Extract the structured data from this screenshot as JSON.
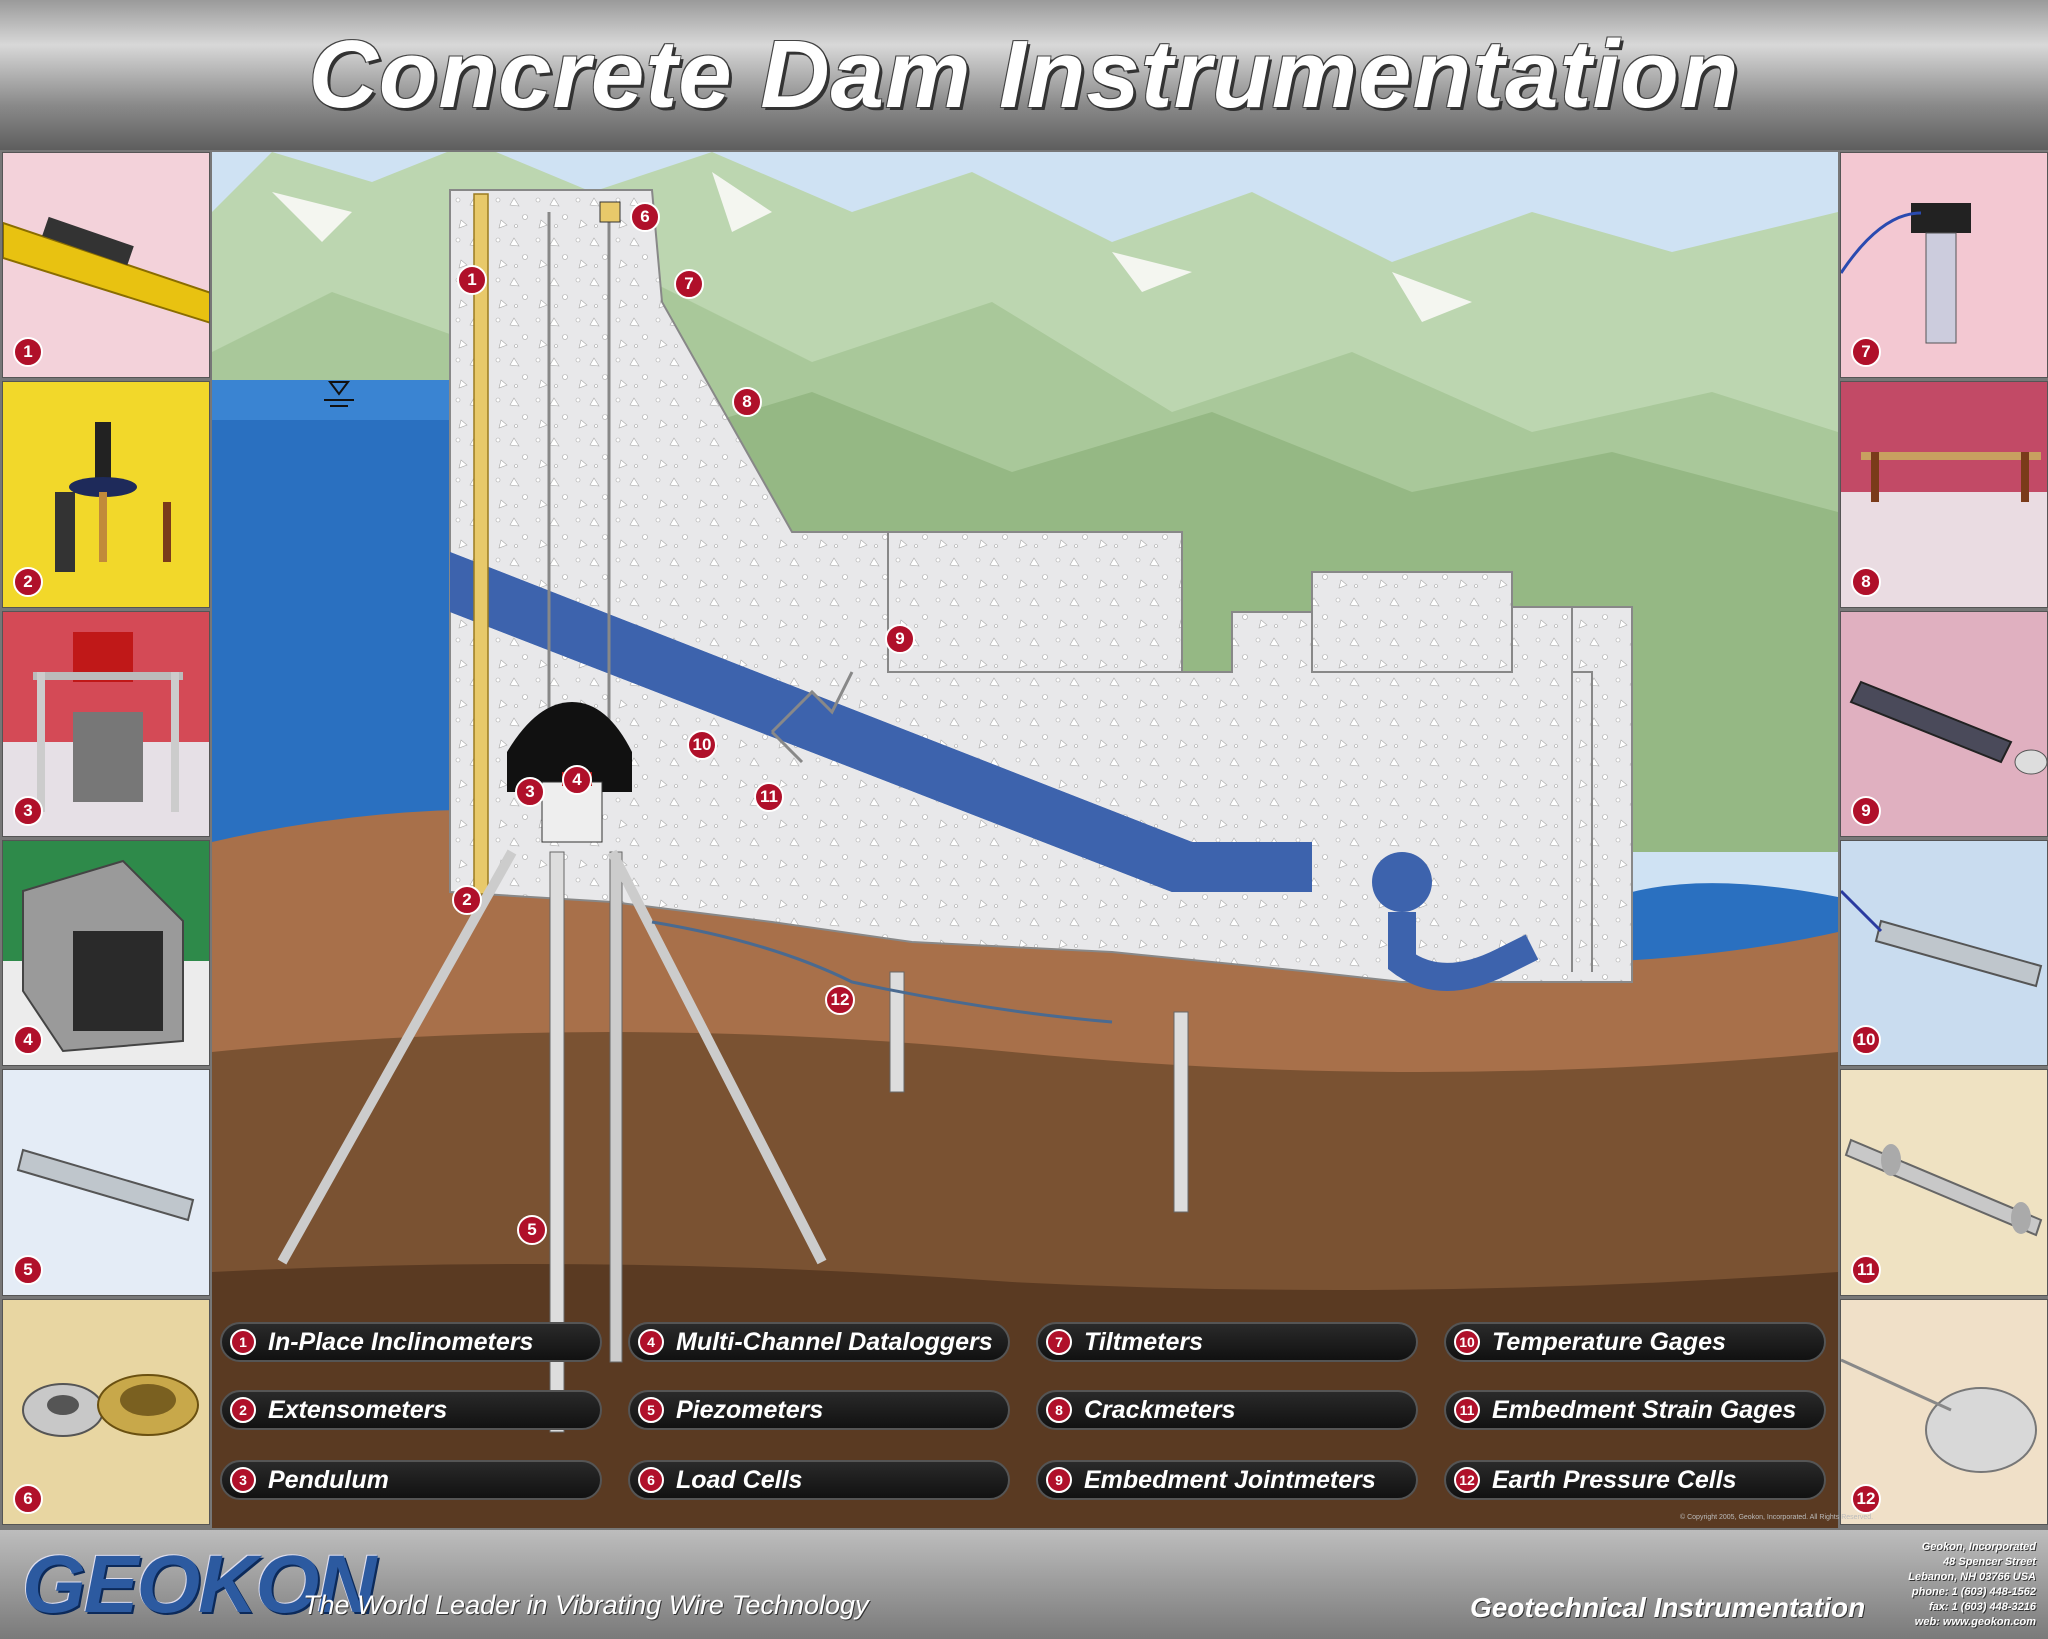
{
  "header": {
    "title": "Concrete Dam Instrumentation"
  },
  "thumbnails_left": [
    {
      "num": "1",
      "icon": "inclinometer-icon",
      "bg": "#f3d2da"
    },
    {
      "num": "2",
      "icon": "extensometer-icon",
      "bg": "#f2d82a"
    },
    {
      "num": "3",
      "icon": "pendulum-icon",
      "bg": "#c23440"
    },
    {
      "num": "4",
      "icon": "datalogger-icon",
      "bg": "#2e8a4a"
    },
    {
      "num": "5",
      "icon": "piezometer-icon",
      "bg": "#e4ecf6"
    },
    {
      "num": "6",
      "icon": "load-cell-icon",
      "bg": "#e8d6a2"
    }
  ],
  "thumbnails_right": [
    {
      "num": "7",
      "icon": "tiltmeter-icon",
      "bg": "#f3c8d2"
    },
    {
      "num": "8",
      "icon": "crackmeter-icon",
      "bg": "#b43c58"
    },
    {
      "num": "9",
      "icon": "jointmeter-icon",
      "bg": "#c75a78"
    },
    {
      "num": "10",
      "icon": "temperature-gage-icon",
      "bg": "#c9dcef"
    },
    {
      "num": "11",
      "icon": "strain-gage-icon",
      "bg": "#efe2c2"
    },
    {
      "num": "12",
      "icon": "pressure-cell-icon",
      "bg": "#f0e0c8"
    }
  ],
  "diagram_labels": [
    "1",
    "2",
    "3",
    "4",
    "5",
    "6",
    "7",
    "8",
    "9",
    "10",
    "11",
    "12"
  ],
  "legend": [
    {
      "num": "1",
      "label": "In-Place Inclinometers"
    },
    {
      "num": "2",
      "label": "Extensometers"
    },
    {
      "num": "3",
      "label": "Pendulum"
    },
    {
      "num": "4",
      "label": "Multi-Channel Dataloggers"
    },
    {
      "num": "5",
      "label": "Piezometers"
    },
    {
      "num": "6",
      "label": "Load Cells"
    },
    {
      "num": "7",
      "label": "Tiltmeters"
    },
    {
      "num": "8",
      "label": "Crackmeters"
    },
    {
      "num": "9",
      "label": "Embedment Jointmeters"
    },
    {
      "num": "10",
      "label": "Temperature Gages"
    },
    {
      "num": "11",
      "label": "Embedment Strain Gages"
    },
    {
      "num": "12",
      "label": "Earth Pressure Cells"
    }
  ],
  "footer": {
    "logo": "GEOKON",
    "tagline": "The World Leader in Vibrating Wire Technology",
    "category": "Geotechnical Instrumentation",
    "address": [
      "Geokon, Incorporated",
      "48 Spencer Street",
      "Lebanon, NH 03766 USA",
      "phone: 1 (603) 448-1562",
      "fax: 1 (603) 448-3216",
      "web: www.geokon.com"
    ],
    "copyright": "© Copyright 2005, Geokon, Incorporated. All Rights Reserved."
  },
  "colors": {
    "accent": "#b0102a",
    "water": "#2a70c0",
    "soil": "#a8704a",
    "concrete": "#e6e6e6"
  }
}
